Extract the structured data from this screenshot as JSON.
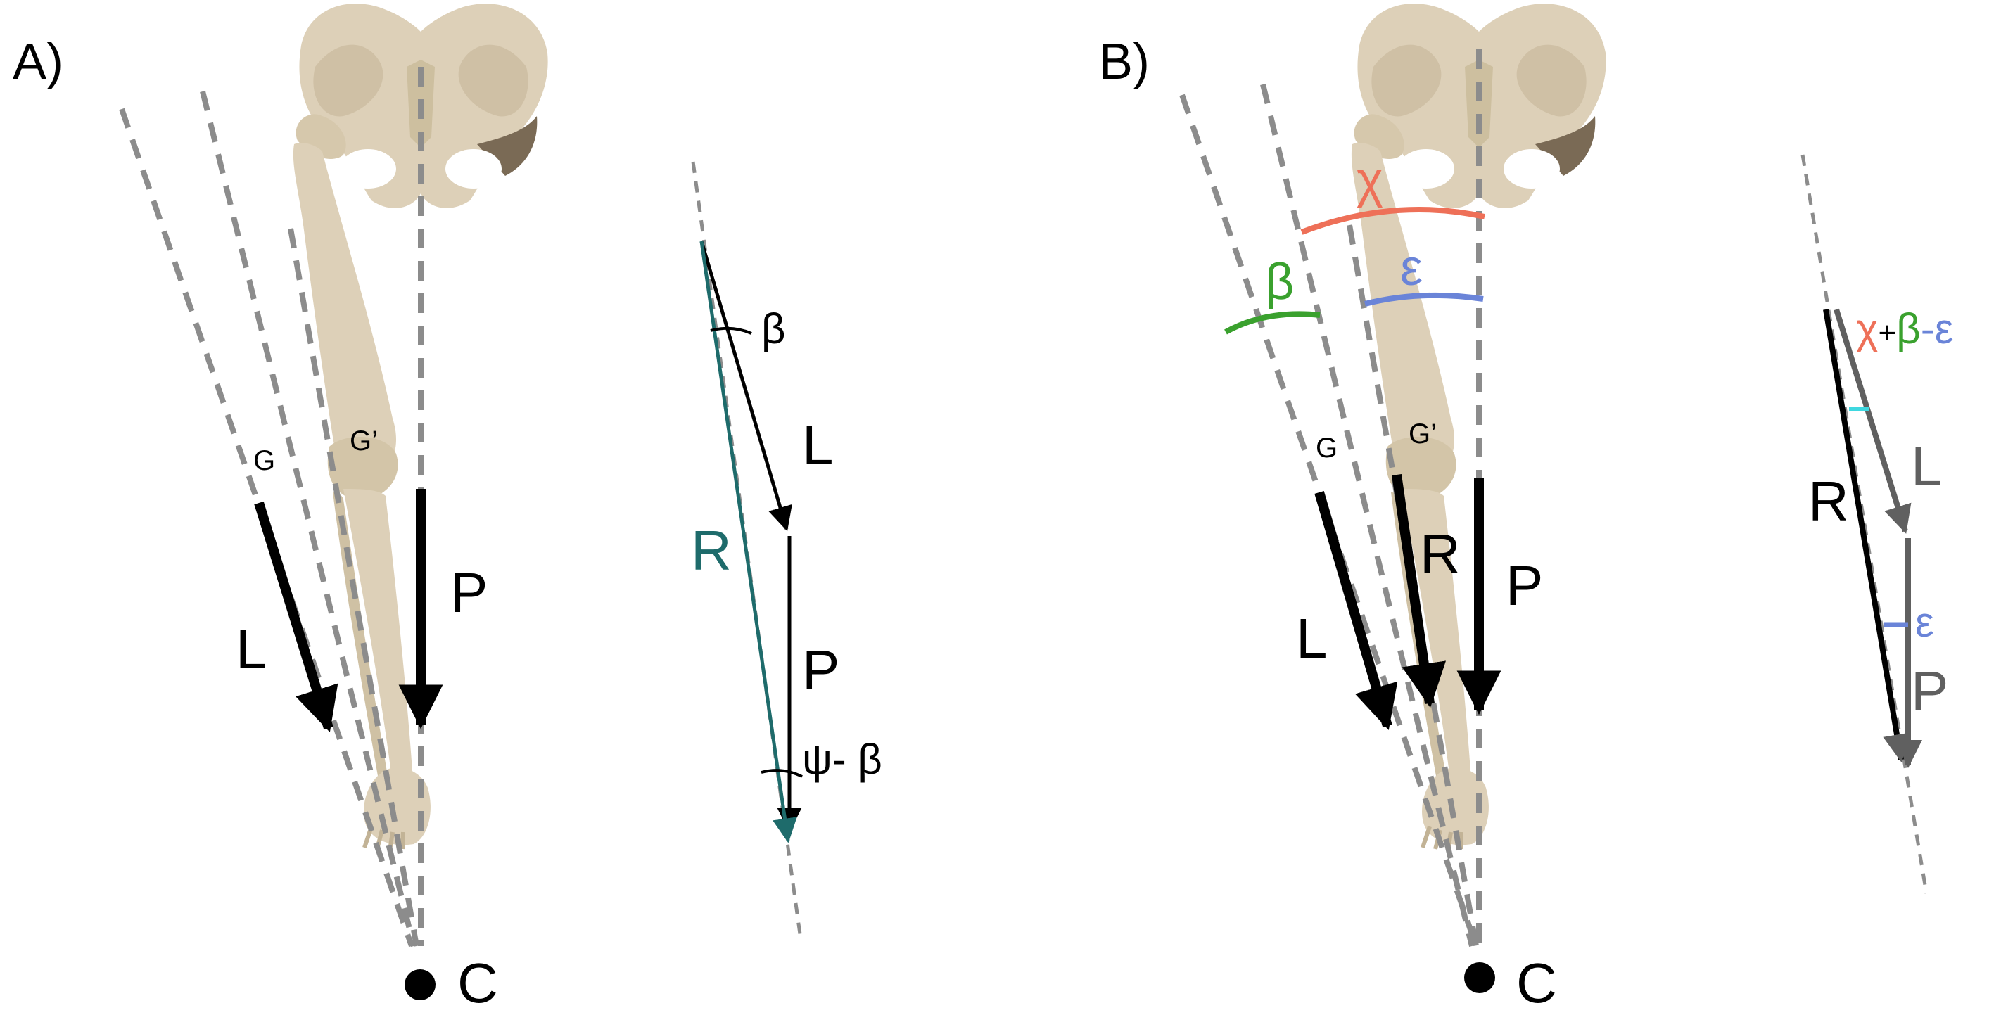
{
  "panels": {
    "a": {
      "panel_label": "A)",
      "line_labels": {
        "g": "G",
        "g_prime": "G’"
      },
      "vectors": {
        "l": "L",
        "p": "P"
      },
      "contact_point": "C",
      "triangle": {
        "beta": "β",
        "l": "L",
        "r": "R",
        "p": "P",
        "psi_beta": "ψ- β"
      }
    },
    "b": {
      "panel_label": "B)",
      "angles": {
        "chi": "χ",
        "beta": "β",
        "epsilon": "ε"
      },
      "line_labels": {
        "g": "G",
        "g_prime": "G’"
      },
      "vectors": {
        "l": "L",
        "r": "R",
        "p": "P"
      },
      "contact_point": "C",
      "triangle": {
        "chi": "χ",
        "plus": "+",
        "beta": "β",
        "minus": "-",
        "epsilon": "ε",
        "l": "L",
        "r": "R",
        "p": "P",
        "epsilon_bottom": "ε"
      }
    }
  },
  "colors": {
    "bone": "#ddd0b8",
    "bone_shadow": "#a89a80",
    "dashed_line": "#8c8c8c",
    "teal": "#1e6b6b",
    "chi": "#ee7058",
    "beta": "#3aa12e",
    "epsilon": "#6a84d8",
    "cyan": "#3fd8e0",
    "gray_vector": "#606060"
  }
}
